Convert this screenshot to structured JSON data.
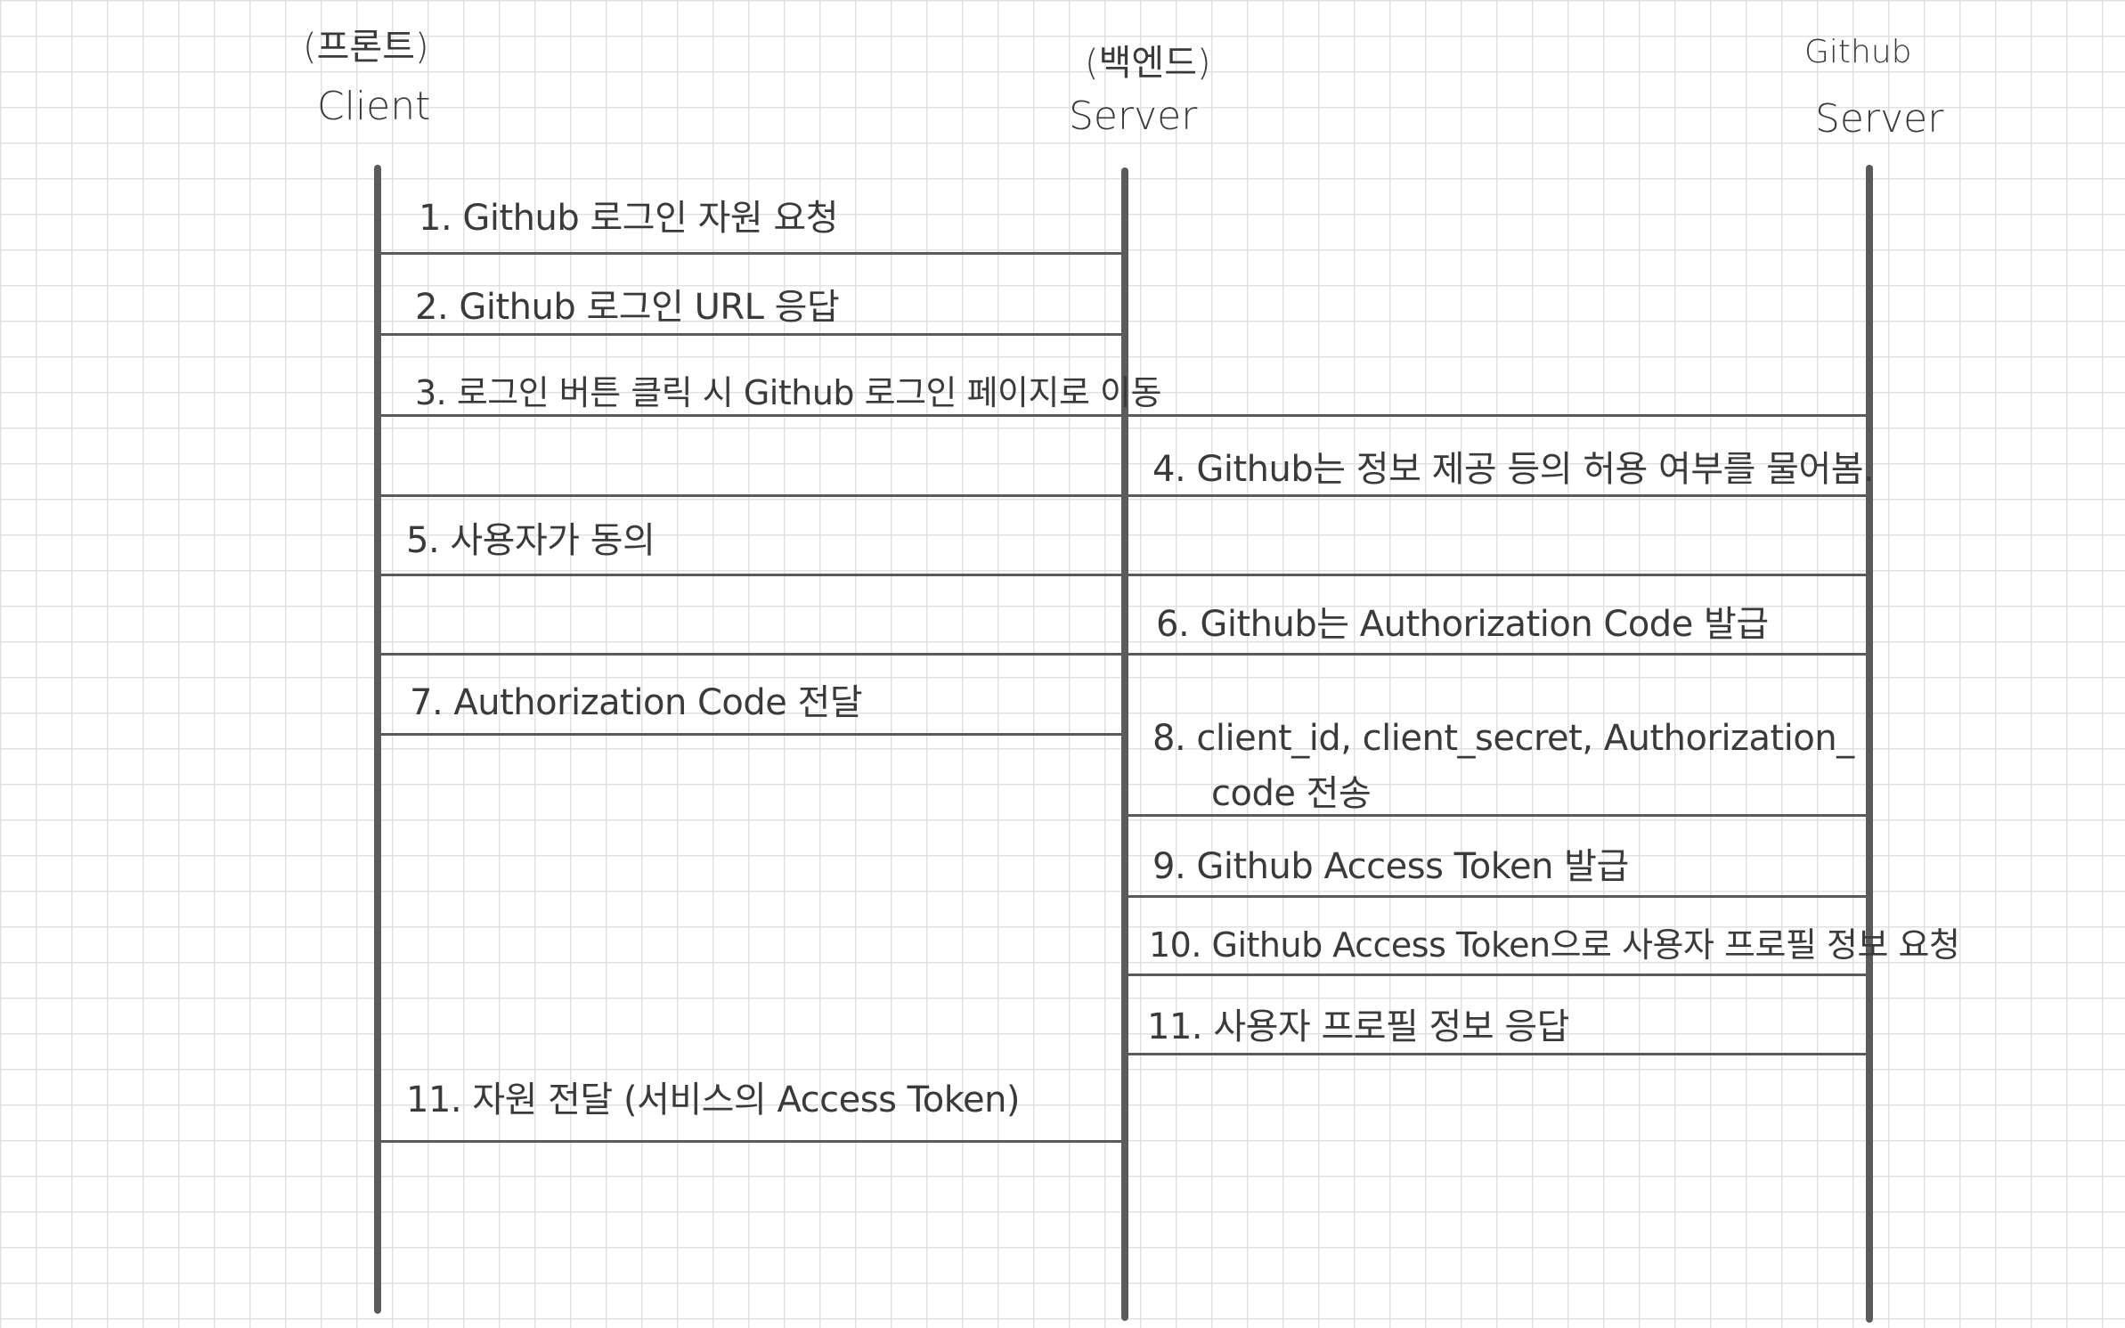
{
  "actors": {
    "client": {
      "role": "(프론트)",
      "name": "Client"
    },
    "server": {
      "role": "(백엔드)",
      "name": "Server"
    },
    "github": {
      "role": "Github",
      "name": "Server"
    }
  },
  "messages": [
    {
      "id": "m1",
      "text": "1. Github 로그인 자원 요청"
    },
    {
      "id": "m2",
      "text": "2. Github 로그인 URL 응답"
    },
    {
      "id": "m3",
      "text": "3. 로그인 버튼 클릭 시 Github 로그인 페이지로 이동"
    },
    {
      "id": "m4",
      "text": "4. Github는 정보 제공 등의 허용 여부를 물어봄."
    },
    {
      "id": "m5",
      "text": "5. 사용자가 동의"
    },
    {
      "id": "m6",
      "text": "6. Github는 Authorization Code 발급"
    },
    {
      "id": "m7",
      "text": "7. Authorization Code 전달"
    },
    {
      "id": "m8",
      "text": "8. client_id, client_secret, Authorization_",
      "text2": "code 전송"
    },
    {
      "id": "m9",
      "text": "9. Github Access Token 발급"
    },
    {
      "id": "m10",
      "text": "10. Github Access Token으로 사용자 프로필 정보 요청"
    },
    {
      "id": "m11",
      "text": "11. 사용자 프로필 정보 응답"
    },
    {
      "id": "m12",
      "text": "11. 자원 전달 (서비스의 Access Token)"
    }
  ]
}
